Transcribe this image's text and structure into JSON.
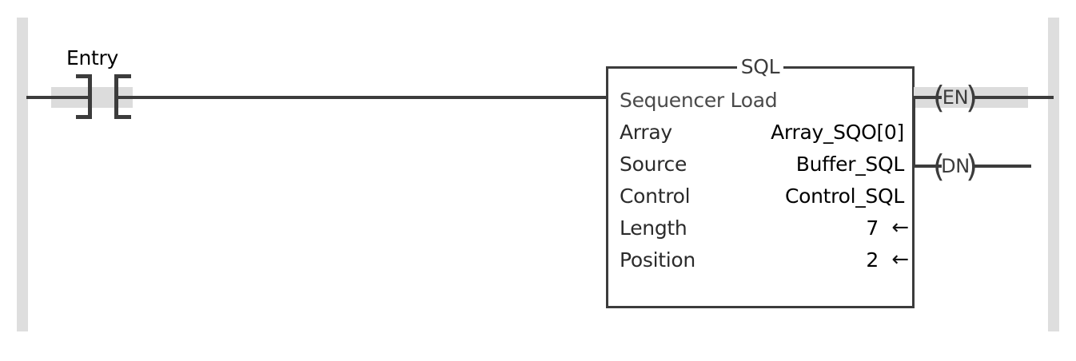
{
  "rung": {
    "background_color": "#ffffff",
    "rail_color": "#dedede",
    "wire_color": "#3c3c3c",
    "highlight_color": "#dcdcdc"
  },
  "input": {
    "tag_label": "Entry",
    "type": "examine-if-closed",
    "energized": true
  },
  "instruction": {
    "mnemonic": "SQL",
    "description": "Sequencer Load",
    "rows": [
      {
        "name": "Array",
        "value": "Array_SQO[0]",
        "arrow": ""
      },
      {
        "name": "Source",
        "value": "Buffer_SQL",
        "arrow": ""
      },
      {
        "name": "Control",
        "value": "Control_SQL",
        "arrow": ""
      },
      {
        "name": "Length",
        "value": "7",
        "arrow": "←"
      },
      {
        "name": "Position",
        "value": "2",
        "arrow": "←"
      }
    ]
  },
  "outputs": [
    {
      "label": "EN",
      "paren_left": "(",
      "paren_right": ")",
      "energized": true
    },
    {
      "label": "DN",
      "paren_left": "(",
      "paren_right": ")",
      "energized": false
    }
  ]
}
